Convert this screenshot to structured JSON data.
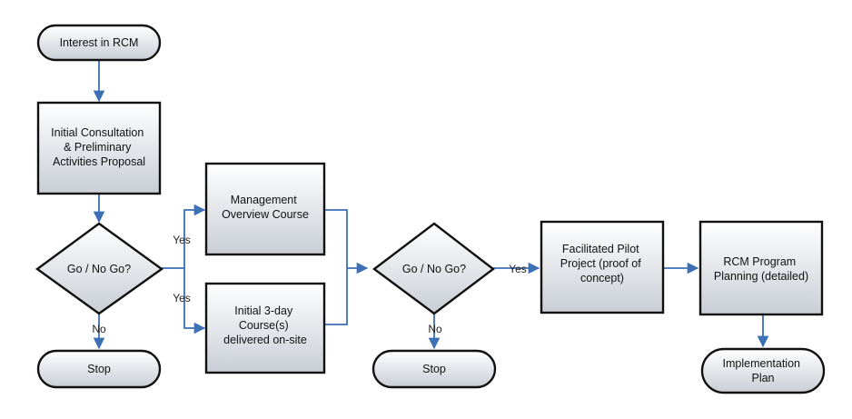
{
  "colors": {
    "box_fill_top": "#ffffff",
    "box_fill_bottom": "#c9ced6",
    "box_border": "#111111",
    "connector": "#3d6fb5",
    "text": "#111111"
  },
  "nodes": {
    "interest": {
      "shape": "terminal",
      "lines": [
        "Interest in RCM"
      ]
    },
    "consultation": {
      "shape": "process",
      "lines": [
        "Initial Consultation",
        "& Preliminary",
        "Activities Proposal"
      ]
    },
    "decision1": {
      "shape": "decision",
      "lines": [
        "Go / No Go?"
      ]
    },
    "stop1": {
      "shape": "terminal",
      "lines": [
        "Stop"
      ]
    },
    "management": {
      "shape": "process",
      "lines": [
        "Management",
        "Overview Course"
      ]
    },
    "initial3day": {
      "shape": "process",
      "lines": [
        "Initial 3-day",
        "Course(s)",
        "delivered on-site"
      ]
    },
    "decision2": {
      "shape": "decision",
      "lines": [
        "Go / No Go?"
      ]
    },
    "stop2": {
      "shape": "terminal",
      "lines": [
        "Stop"
      ]
    },
    "pilot": {
      "shape": "process",
      "lines": [
        "Facilitated Pilot",
        "Project (proof of",
        "concept)"
      ]
    },
    "planning": {
      "shape": "process",
      "lines": [
        "RCM Program",
        "Planning (detailed)"
      ]
    },
    "implementation": {
      "shape": "terminal",
      "lines": [
        "Implementation",
        "Plan"
      ]
    }
  },
  "edge_labels": {
    "yes_upper": "Yes",
    "yes_lower": "Yes",
    "no_1": "No",
    "no_2": "No",
    "yes_pilot": "Yes"
  }
}
